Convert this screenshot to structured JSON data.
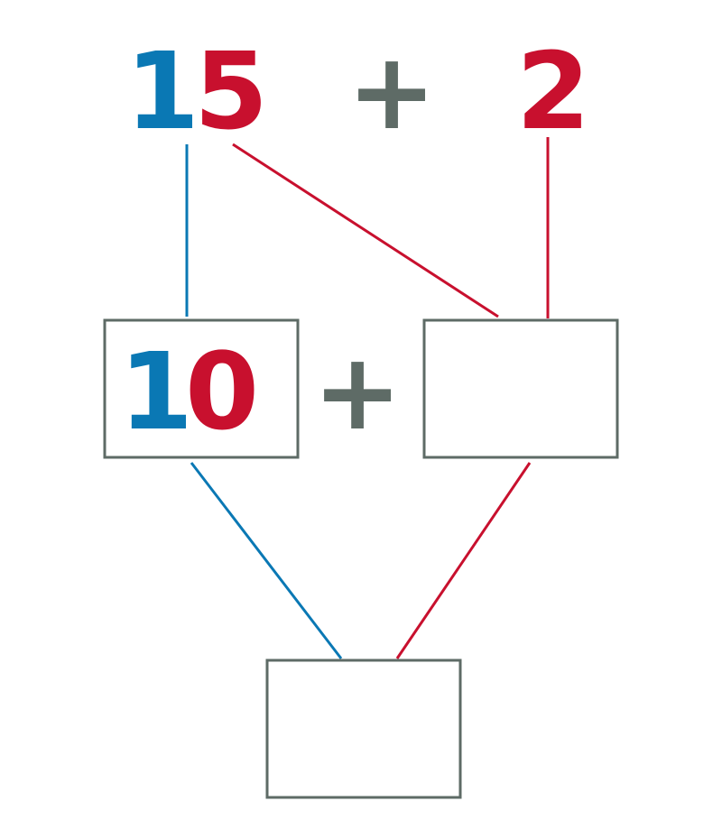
{
  "problem": {
    "tens_digit": "1",
    "ones_digit": "5",
    "operator": "+",
    "addend": "2"
  },
  "step": {
    "tens_digit": "1",
    "ones_digit": "0",
    "operator": "+",
    "ones_box_value": "",
    "result_box_value": ""
  },
  "colors": {
    "tens": "#0a78b4",
    "ones": "#c8102e",
    "operator": "#5e6b66",
    "box_border": "#5e6b66"
  }
}
